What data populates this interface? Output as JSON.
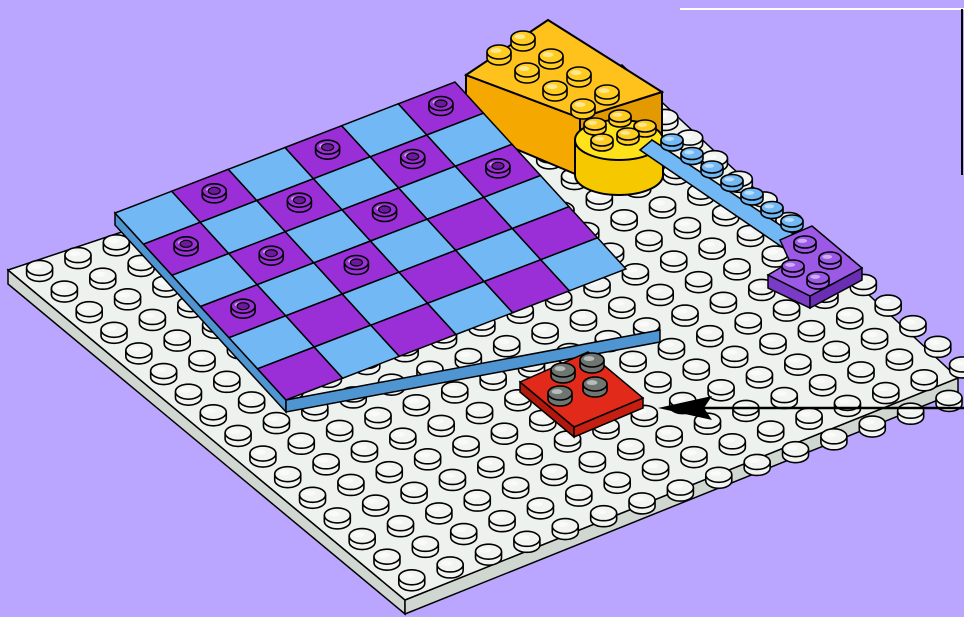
{
  "scene": {
    "background_color": "#BBA6FF",
    "baseplate": {
      "color": "#EEF2EE",
      "side_color": "#D0D6D0",
      "stud_color": "#F2F4F2",
      "stud_rows": 16,
      "stud_cols": 16
    },
    "checker_tiles": {
      "light_color": "#72B8F4",
      "dark_color": "#9A2FD8",
      "rows": 6,
      "cols": 6
    },
    "studs_on_dark_tiles": {
      "stud_color": "#6A1A9A",
      "count": 11
    },
    "highlighted_plate": {
      "color": "#E12A1A",
      "stud_color": "#6F7672",
      "stud_count": 4
    },
    "yellow_brick": {
      "color": "#FFC21C",
      "stud_color": "#FFCC22"
    },
    "round_yellow_brick": {
      "color": "#FFE21A"
    },
    "blue_plate": {
      "color": "#72B8F4",
      "stud_count": 7
    },
    "purple_plate": {
      "color": "#9B59E6",
      "stud_count": 4
    },
    "pointer_arrow": {
      "color": "#000000",
      "icon": "arrow-left-icon",
      "points_to": "highlighted_plate"
    }
  }
}
